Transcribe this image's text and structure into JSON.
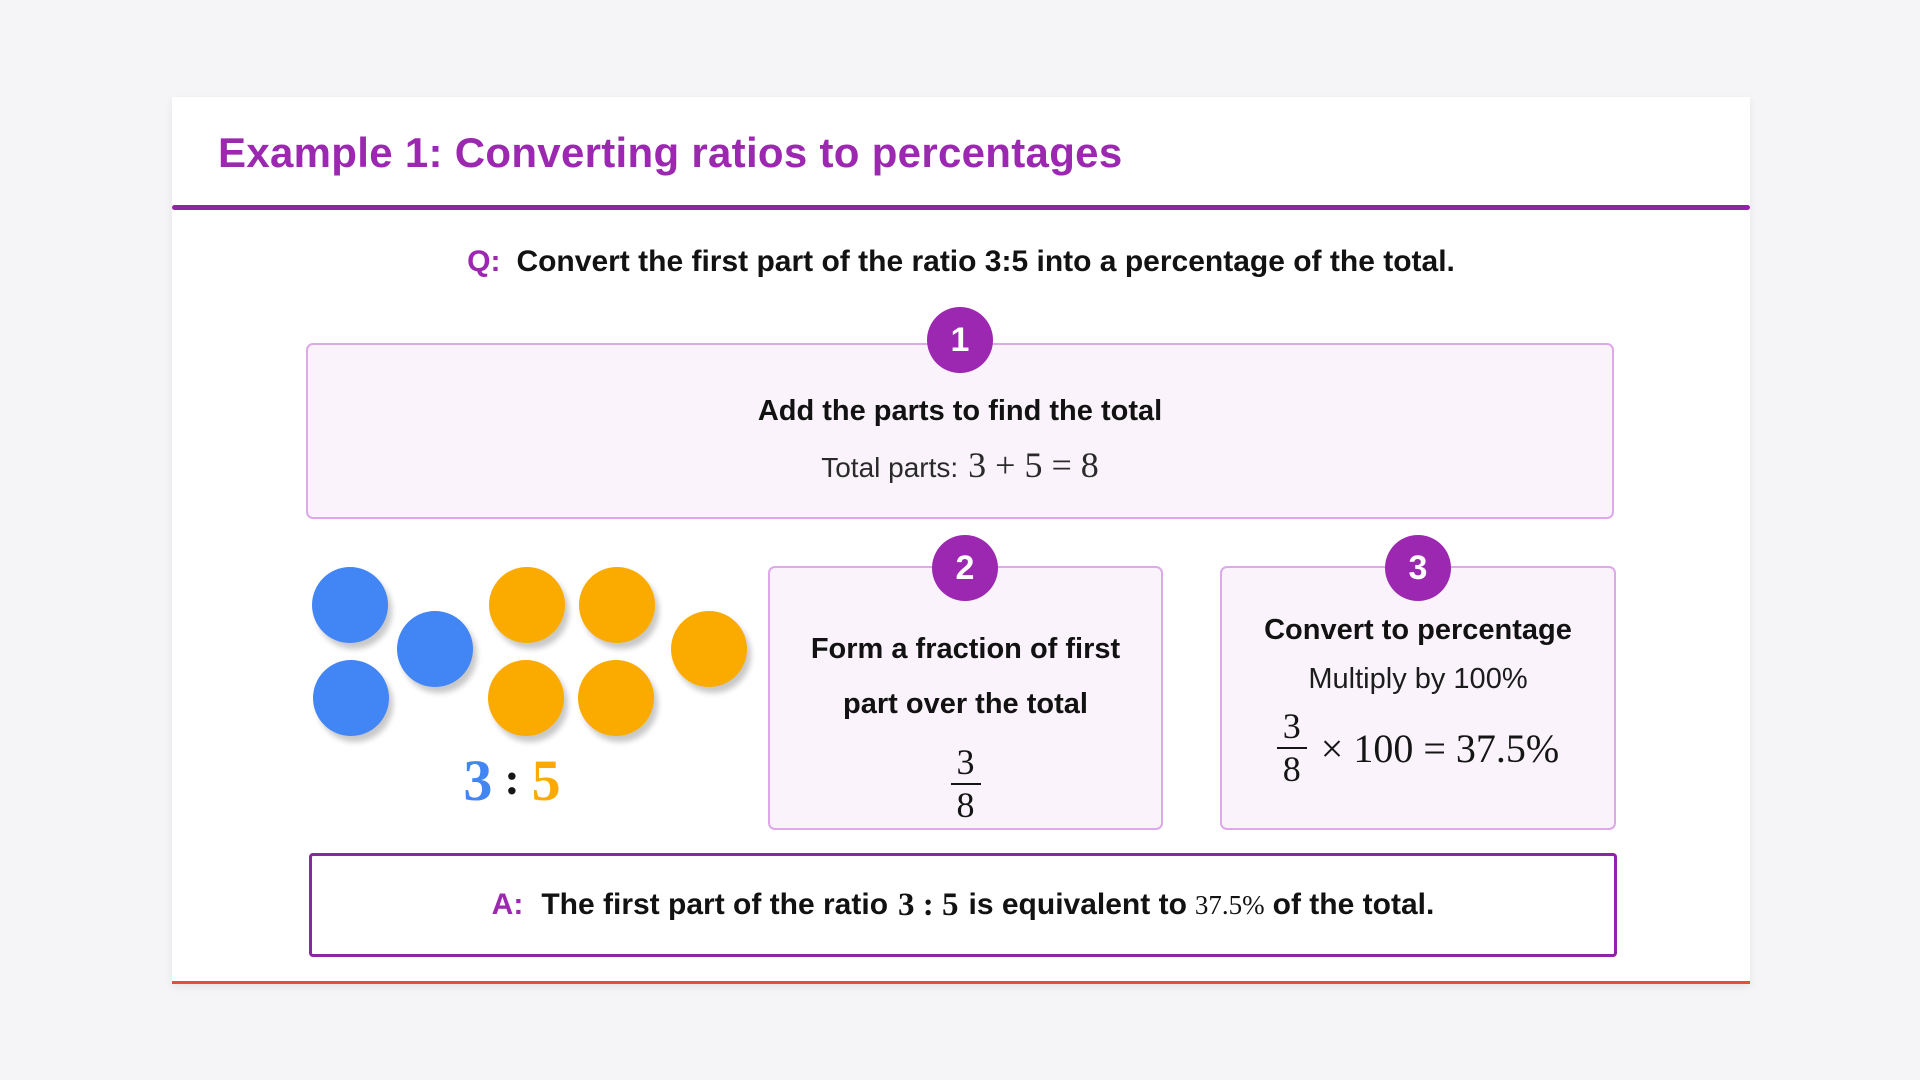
{
  "header": {
    "title": "Example 1: Converting ratios to percentages"
  },
  "question": {
    "prefix": "Q:",
    "text": "Convert the first part of the ratio 3:5 into a percentage of the total."
  },
  "steps": {
    "step1": {
      "number": "1",
      "title": "Add the parts to find the total",
      "body_label": "Total parts:",
      "body_math": "3 + 5 = 8"
    },
    "step2": {
      "number": "2",
      "title_line1": "Form a fraction of first",
      "title_line2": "part over the total",
      "fraction_numerator": "3",
      "fraction_denominator": "8"
    },
    "step3": {
      "number": "3",
      "title": "Convert to percentage",
      "subtitle": "Multiply by 100%",
      "fraction_numerator": "3",
      "fraction_denominator": "8",
      "formula_rest": "× 100 = 37.5%"
    }
  },
  "ratio_visual": {
    "first": "3",
    "separator": ":",
    "second": "5",
    "blue_dot_count": 3,
    "orange_dot_count": 5
  },
  "answer": {
    "prefix": "A:",
    "text_before": "The first part of the ratio",
    "ratio_math": "3 : 5",
    "text_middle": "is equivalent to",
    "percent_math": "37.5%",
    "text_after": "of the total."
  },
  "colors": {
    "accent_purple": "#9C27B0",
    "divider_purple": "#9223A8",
    "answer_border_purple": "#8E24AA",
    "step_box_bg": "#FAF3FB",
    "step_box_border": "#DDA9E8",
    "dot_blue": "#4285F4",
    "dot_orange": "#FBAB00",
    "card_bottom_line_red": "#E2503C",
    "page_bg": "#F5F5F7"
  }
}
